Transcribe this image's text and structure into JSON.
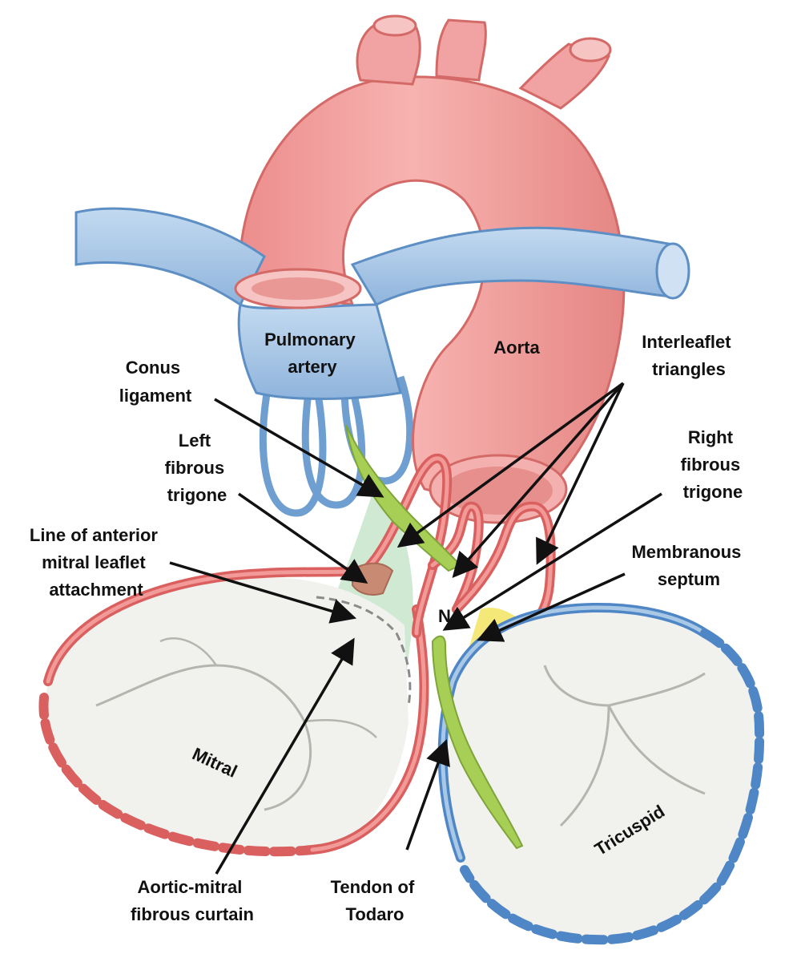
{
  "labels": {
    "pulmonary_artery": [
      "Pulmonary",
      "artery"
    ],
    "aorta": "Aorta",
    "interleaflet_triangles": [
      "Interleaflet",
      "triangles"
    ],
    "conus_ligament": [
      "Conus",
      "ligament"
    ],
    "left_fibrous_trigone": [
      "Left",
      "fibrous",
      "trigone"
    ],
    "right_fibrous_trigone": [
      "Right",
      "fibrous",
      "trigone"
    ],
    "line_of_attachment": [
      "Line of anterior",
      "mitral leaflet",
      "attachment"
    ],
    "membranous_septum": [
      "Membranous",
      "septum"
    ],
    "node_marker": "N",
    "mitral": "Mitral",
    "tricuspid": "Tricuspid",
    "aortic_mitral_curtain": [
      "Aortic-mitral",
      "fibrous curtain"
    ],
    "tendon_of_todaro": [
      "Tendon of",
      "Todaro"
    ]
  },
  "colors": {
    "aorta_fill": "#f2a0a0",
    "aorta_stroke": "#d9605f",
    "pulmonary_fill": "#a9c8e6",
    "pulmonary_stroke": "#5e8fc4",
    "valve_fill": "#f1f1ee",
    "curtain": "#cfe9d3",
    "tendon": "#a7cf55",
    "septum": "#f3e56a",
    "trigone": "#c98a74",
    "arrow": "#111111"
  }
}
